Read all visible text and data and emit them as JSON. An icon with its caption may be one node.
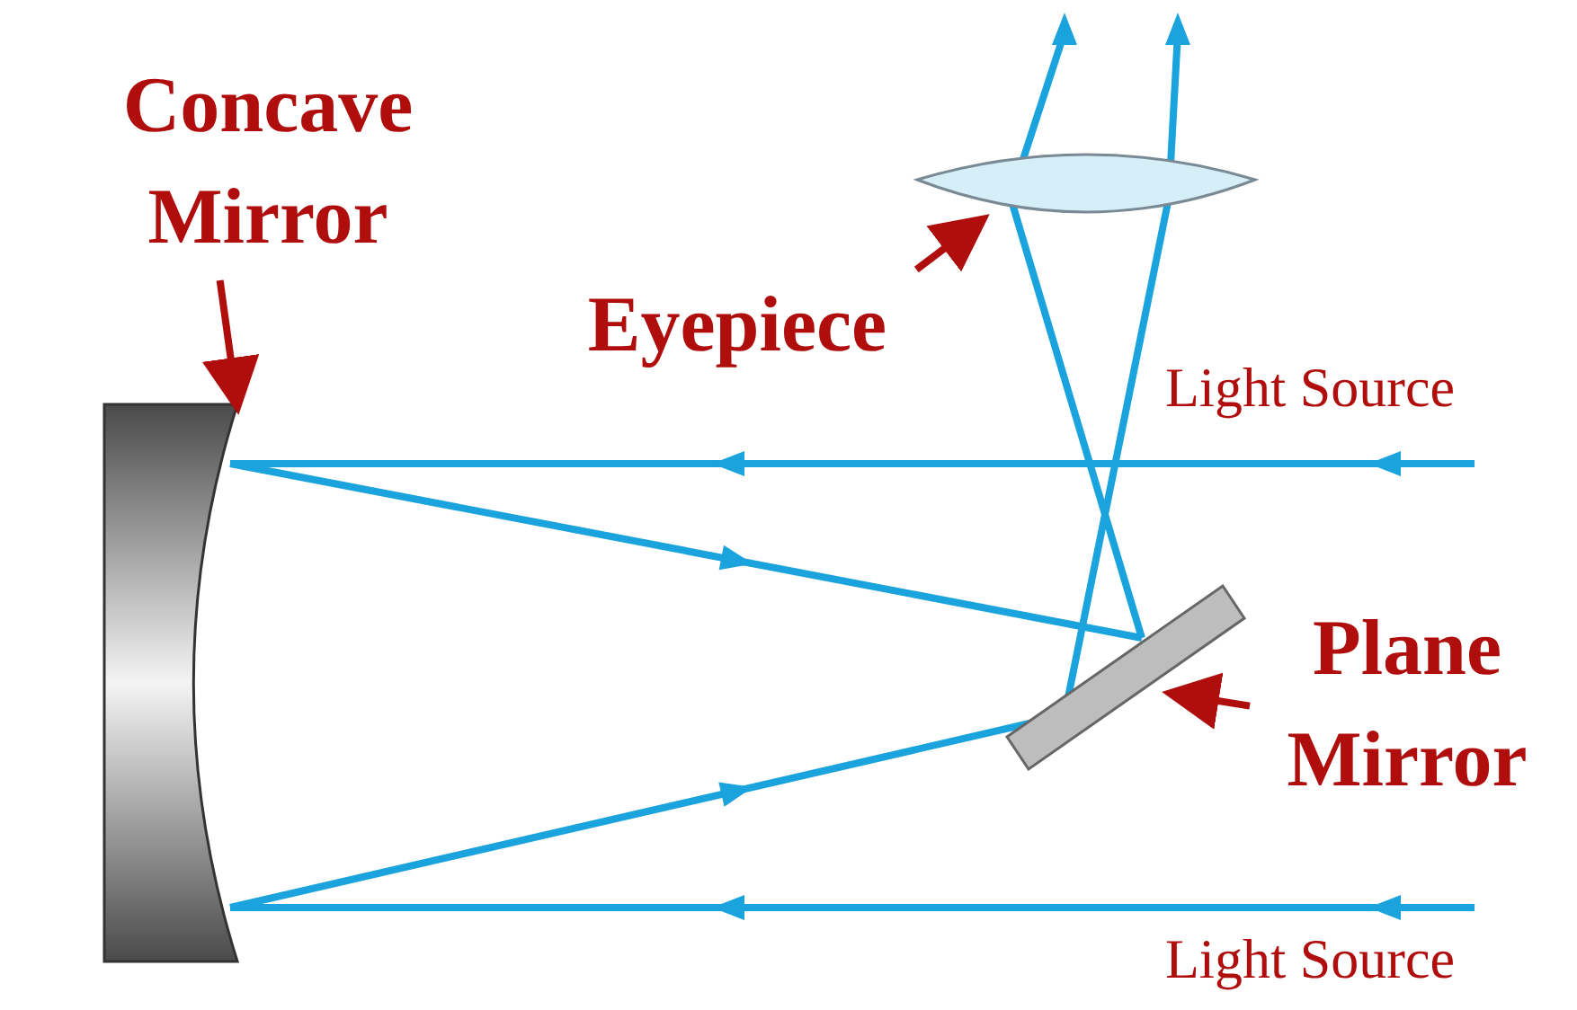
{
  "diagram": {
    "nodes": [
      {
        "text": [
          "Concave Mirror"
        ]
      },
      {
        "text": [],
        "shape": "bar"
      },
      {
        "text": [
          "Eyepiece"
        ]
      },
      {
        "text": [],
        "shape": "lens"
      },
      {
        "text": [
          "Plane Mirror"
        ]
      },
      {
        "text": [],
        "shape": "plate"
      }
    ],
    "edges": [
      {
        "from": 0,
        "to": 1,
        "arrow": "to"
      },
      {
        "from": 2,
        "to": 3,
        "arrow": "to"
      },
      {
        "from": 4,
        "to": 5,
        "arrow": "to"
      }
    ],
    "labels": [
      "Light Source",
      "Light Source"
    ]
  }
}
